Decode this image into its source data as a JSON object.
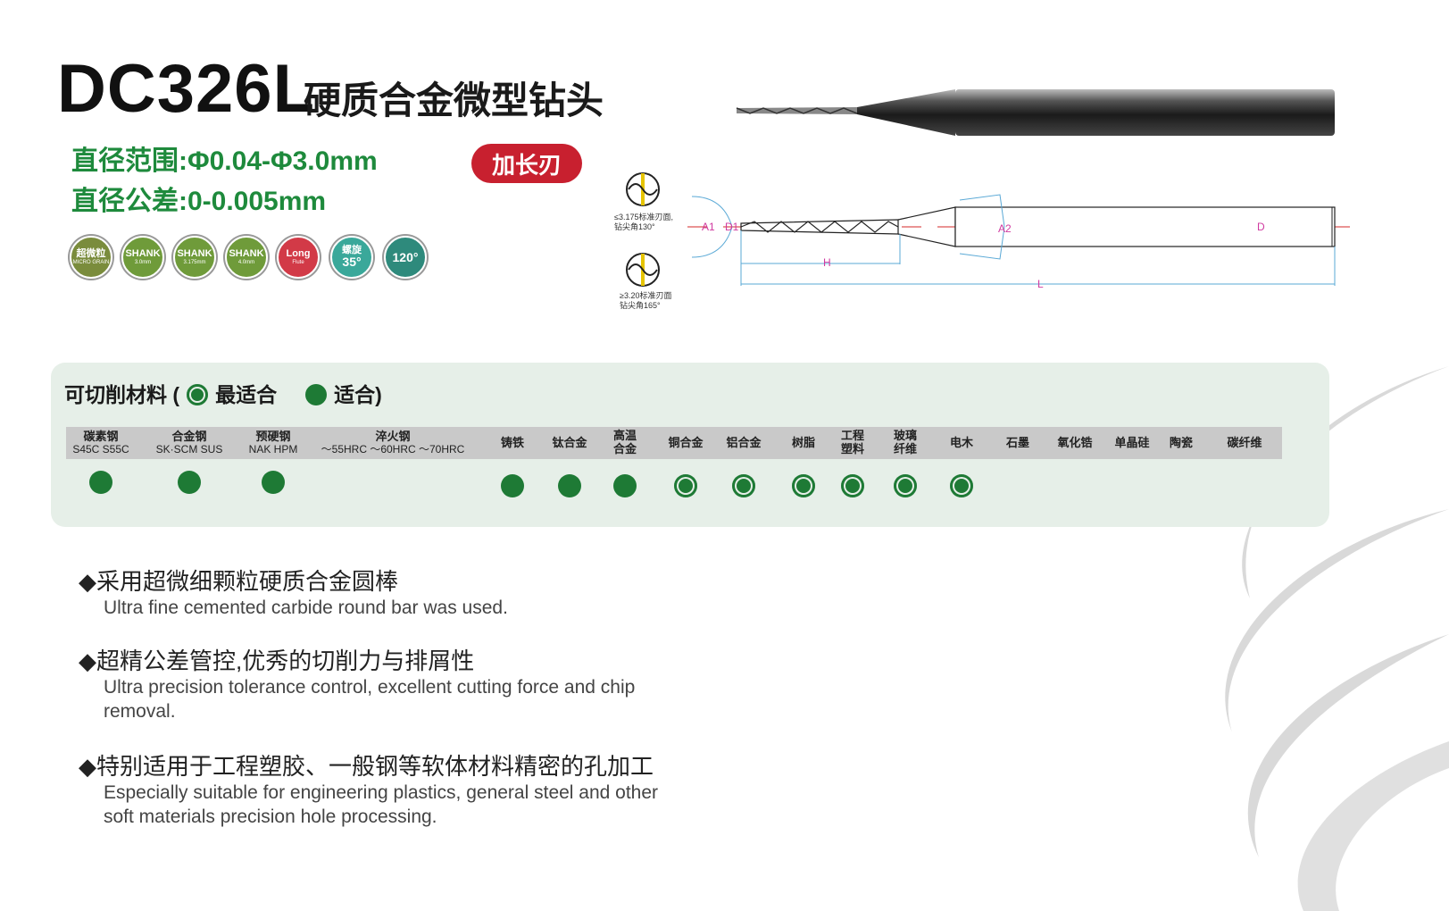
{
  "header": {
    "model": "DC326L",
    "subtitle": "硬质合金微型钻头",
    "spec_diameter_range": "直径范围:Φ0.04-Φ3.0mm",
    "spec_tolerance": "直径公差:0-0.005mm",
    "badge": "加长刃"
  },
  "features": [
    {
      "top": "超微粒",
      "bottom": "MICRO GRAIN",
      "color": "#7a8c3c",
      "icon": "micro-grain-icon"
    },
    {
      "top": "SHANK",
      "bottom": "3.0mm",
      "color": "#6f9b3a",
      "icon": "shank-3mm-icon"
    },
    {
      "top": "SHANK",
      "bottom": "3.175mm",
      "color": "#6f9b3a",
      "icon": "shank-3175mm-icon"
    },
    {
      "top": "SHANK",
      "bottom": "4.0mm",
      "color": "#6f9b3a",
      "icon": "shank-4mm-icon"
    },
    {
      "top": "Long",
      "bottom": "Flute",
      "color": "#d23a47",
      "icon": "long-flute-icon"
    },
    {
      "top": "螺旋",
      "bottom": "35°",
      "color": "#3aa89a",
      "icon": "helix-35-icon"
    },
    {
      "top": "120°",
      "bottom": "",
      "color": "#2e8a7c",
      "icon": "point-angle-120-icon"
    }
  ],
  "diagram": {
    "note1_line1": "≤3.175标准刃面,",
    "note1_line2": "钻尖角130°",
    "note2_line1": "≥3.20标准刃面",
    "note2_line2": "钻尖角165°",
    "labels": {
      "A1": "A1",
      "D1": "D1",
      "A2": "A2",
      "D": "D",
      "H": "H",
      "L": "L"
    }
  },
  "materials": {
    "title": "可切削材料 (",
    "legend_best": "最适合",
    "legend_suitable": "适合)",
    "columns": [
      {
        "name": "碳素钢",
        "sub": "S45C S55C",
        "rating": "suitable"
      },
      {
        "name": "合金钢",
        "sub": "SK·SCM SUS",
        "rating": "suitable"
      },
      {
        "name": "预硬钢",
        "sub": "NAK HPM",
        "rating": "suitable"
      },
      {
        "name": "淬火钢",
        "sub": "～55HRC  ～60HRC  ～70HRC",
        "rating": ""
      },
      {
        "name": "铸铁",
        "sub": "",
        "rating": "suitable"
      },
      {
        "name": "钛合金",
        "sub": "",
        "rating": "suitable"
      },
      {
        "name": "高温合金",
        "sub": "",
        "rating": "suitable"
      },
      {
        "name": "铜合金",
        "sub": "",
        "rating": "best"
      },
      {
        "name": "铝合金",
        "sub": "",
        "rating": "best"
      },
      {
        "name": "树脂",
        "sub": "",
        "rating": "best"
      },
      {
        "name": "工程塑料",
        "sub": "",
        "rating": "best"
      },
      {
        "name": "玻璃纤维",
        "sub": "",
        "rating": "best"
      },
      {
        "name": "电木",
        "sub": "",
        "rating": "best"
      },
      {
        "name": "石墨",
        "sub": "",
        "rating": ""
      },
      {
        "name": "氧化锆",
        "sub": "",
        "rating": ""
      },
      {
        "name": "单晶硅",
        "sub": "",
        "rating": ""
      },
      {
        "name": "陶瓷",
        "sub": "",
        "rating": ""
      },
      {
        "name": "碳纤维",
        "sub": "",
        "rating": ""
      }
    ]
  },
  "bullets": [
    {
      "cn": "◆采用超微细颗粒硬质合金圆棒",
      "en": "Ultra fine cemented carbide round bar was used."
    },
    {
      "cn": "◆超精公差管控,优秀的切削力与排屑性",
      "en": "Ultra precision tolerance control, excellent cutting force and chip removal."
    },
    {
      "cn": "◆特别适用于工程塑胶、一般钢等软体材料精密的孔加工",
      "en": "Especially suitable for engineering plastics, general steel and other soft  materials precision hole processing."
    }
  ],
  "colors": {
    "green": "#1e8a3c",
    "dot": "#1e7a35",
    "red": "#c8202f",
    "panel": "#e6efe8"
  }
}
